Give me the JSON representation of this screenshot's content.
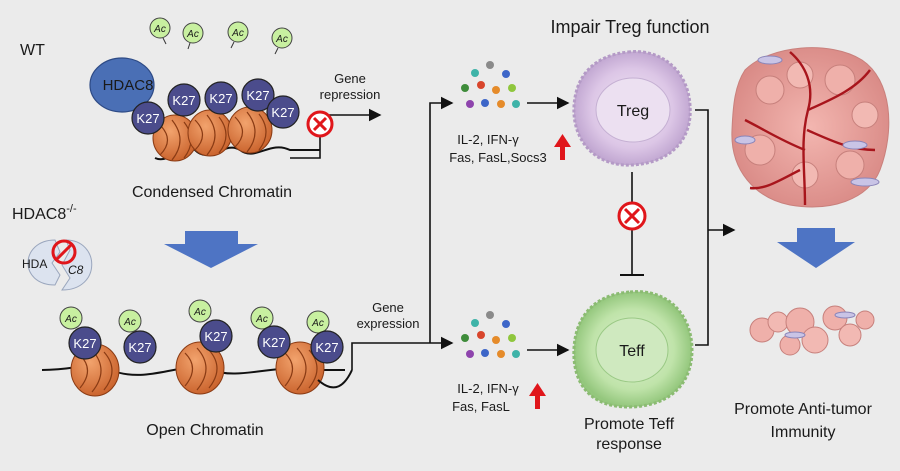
{
  "title": "Impair Treg function",
  "wt_label": "WT",
  "ko_label_base": "HDAC8",
  "ko_label_sup": "-/-",
  "hdac8_label": "HDAC8",
  "hdac8_broken_left": "HDA",
  "hdac8_broken_right": "C8",
  "k27": "K27",
  "ac": "Ac",
  "condensed_caption": "Condensed Chromatin",
  "open_caption": "Open Chromatin",
  "gene_repression": [
    "Gene",
    "repression"
  ],
  "gene_expression": [
    "Gene",
    "expression"
  ],
  "top_cytokines": [
    "IL-2, IFN-γ",
    "Fas, FasL,Socs3"
  ],
  "bottom_cytokines": [
    "IL-2, IFN-γ",
    "Fas, FasL"
  ],
  "treg_label": "Treg",
  "teff_label": "Teff",
  "promote_teff": [
    "Promote Teff",
    "response"
  ],
  "promote_antitumor": [
    "Promote Anti-tumor",
    "Immunity"
  ],
  "colors": {
    "hdac": "#4a6fb5",
    "k27": "#4b4c8c",
    "ac": "#c8f0a0",
    "nucleosome": "#d9743a",
    "treg": "#ddc8e8",
    "teff": "#c4e8b2",
    "arrow_red": "#e0161b",
    "block": "#e0161b",
    "blue_arrow": "#4e74c4",
    "tumor": "#e8a0a0"
  }
}
